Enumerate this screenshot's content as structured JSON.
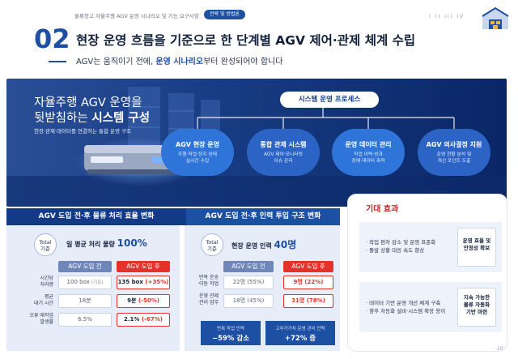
{
  "header": {
    "breadcrumb": "물류창고 자율주행 AGV 운영 시나리오 및 기능 요구사항",
    "phase_badge": "전략 및 방법론",
    "page_marks": "I II III IV",
    "section_number": "02",
    "title": "현장 운영 흐름을 기준으로 한 단계별 AGV 제어·관제 체계 수립",
    "subtitle_parts": [
      "AGV는 움직이기 전에, ",
      "운영 시나리오",
      "부터 완성되어야 합니다"
    ]
  },
  "hero": {
    "heading_line1": "자율주행 AGV 운영을",
    "heading_line2_prefix": "뒷받침하는 ",
    "heading_line2_bold": "시스템 구성",
    "description": "현장·관제·데이터를 연결하는 통합 운영 구조",
    "process_label": "시스템 운영 프로세스",
    "nodes": [
      {
        "title": "AGV 현장 운영",
        "line1": "주행·작업·정지 상태",
        "line2": "실시간 수집",
        "color": "#2f74d8"
      },
      {
        "title": "통합 관제 시스템",
        "line1": "AGV 제어·모니터링",
        "line2": "이슈 관리",
        "color": "#2b64c4"
      },
      {
        "title": "운영 데이터 관리",
        "line1": "작업 이력·성과",
        "line2": "장애 데이터 축적",
        "color": "#2f74d8"
      },
      {
        "title": "AGV 의사결정 지원",
        "line1": "운영 현황 분석 및",
        "line2": "개선 포인트 도출",
        "color": "#2b64c4"
      }
    ]
  },
  "efficiency": {
    "section_title": "AGV 도입 전·후 물류 처리 효율 변화",
    "total_tag": [
      "Total",
      "기준"
    ],
    "kpi_label": "일 평균 처리 물량 ",
    "kpi_value": "100%",
    "before_label": "AGV 도입 전",
    "after_label": "AGV 도입 후",
    "rows": [
      {
        "label": [
          "시간당",
          "처리량"
        ],
        "before": "100 box",
        "before_note": "(기준)",
        "after": "135 box",
        "after_change": "(+35%)"
      },
      {
        "label": [
          "평균",
          "대기 시간"
        ],
        "before": "18분",
        "before_note": "",
        "after": "9분",
        "after_change": "(-50%)"
      },
      {
        "label": [
          "오류·재작업",
          "발생률"
        ],
        "before": "6.5%",
        "before_note": "",
        "after": "2.1%",
        "after_change": "(-67%)"
      }
    ]
  },
  "workforce": {
    "section_title": "AGV 도입 전·후 인력 투입 구조 변화",
    "total_tag": [
      "Total",
      "기준"
    ],
    "kpi_label": "현장 운영 인력 ",
    "kpi_value": "40명",
    "before_label": "AGV 도입 전",
    "after_label": "AGV 도입 후",
    "rows": [
      {
        "label": [
          "반복 운송",
          "·이동 작업"
        ],
        "before": "22명 (55%)",
        "after": "9명 (22%)"
      },
      {
        "label": [
          "운영 관제",
          "·관리 업무"
        ],
        "before": "18명 (45%)",
        "after": "31명 (78%)"
      }
    ],
    "summary": [
      {
        "line1": "반복 작업 인력",
        "line2": "−59% 감소"
      },
      {
        "line1": "고부가가치 운영 관리 인력",
        "line2": "+72% 증"
      }
    ]
  },
  "effects": {
    "title": "기대 효과",
    "items": [
      {
        "lines": [
          "· 작업 편차 감소 및 운영 표준화",
          "· 돌발 상황 대응 속도 향상"
        ],
        "result": [
          "운영 효율 및",
          "안정성 확보"
        ]
      },
      {
        "lines": [
          "· 데이터 기반 운영 개선 체계 구축",
          "· 향후 자동화 설비·시스템 확장 용이"
        ],
        "result": [
          "지속 가능한",
          "물류 자동화",
          "기반 마련"
        ]
      }
    ]
  },
  "page_number": "20"
}
